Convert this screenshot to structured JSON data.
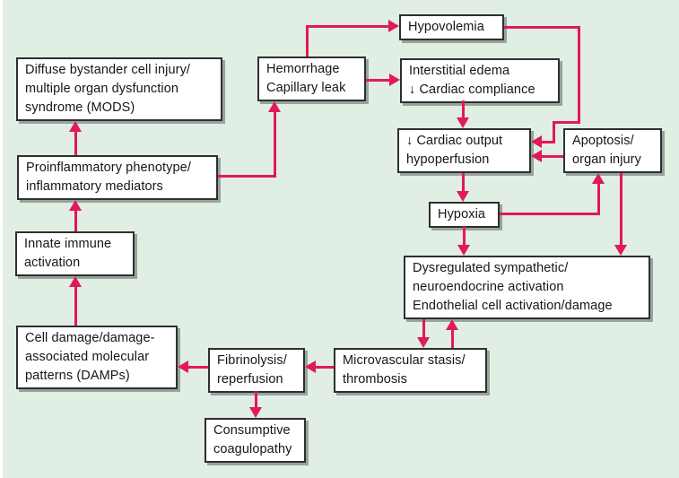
{
  "figure": {
    "type": "flowchart",
    "colors": {
      "background": "#e0eee4",
      "arrow": "#e2195b",
      "box_fill": "#ffffff",
      "box_border": "#2f2f2f",
      "box_shadow": "#95a49c"
    },
    "nodes": {
      "hypovolemia": {
        "label": "Hypovolemia"
      },
      "hemorrhage": {
        "label": "Hemorrhage\nCapillary leak"
      },
      "interstitial_edema": {
        "label": "Interstitial edema\n↓ Cardiac compliance"
      },
      "diffuse_injury": {
        "label": "Diffuse bystander cell injury/\nmultiple organ dysfunction\nsyndrome (MODS)"
      },
      "cardiac_output": {
        "label": "↓ Cardiac output\nhypoperfusion"
      },
      "apoptosis": {
        "label": "Apoptosis/\norgan injury"
      },
      "proinflammatory": {
        "label": "Proinflammatory phenotype/\ninflammatory mediators"
      },
      "hypoxia": {
        "label": "Hypoxia"
      },
      "innate_immune": {
        "label": "Innate immune\nactivation"
      },
      "dysregulated": {
        "label": "Dysregulated sympathetic/\nneuroendocrine activation\nEndothelial cell activation/damage"
      },
      "cell_damage": {
        "label": "Cell damage/damage-\nassociated molecular\npatterns (DAMPs)"
      },
      "fibrinolysis": {
        "label": "Fibrinolysis/\nreperfusion"
      },
      "microvascular": {
        "label": "Microvascular stasis/\nthrombosis"
      },
      "consumptive": {
        "label": "Consumptive\ncoagulopathy"
      }
    },
    "edges": [
      {
        "from": "hemorrhage",
        "to": "hypovolemia"
      },
      {
        "from": "hypovolemia",
        "to": "cardiac_output"
      },
      {
        "from": "hemorrhage",
        "to": "interstitial_edema"
      },
      {
        "from": "interstitial_edema",
        "to": "cardiac_output"
      },
      {
        "from": "apoptosis",
        "to": "cardiac_output"
      },
      {
        "from": "cardiac_output",
        "to": "hypoxia"
      },
      {
        "from": "hypoxia",
        "to": "dysregulated"
      },
      {
        "from": "hypoxia",
        "to": "apoptosis"
      },
      {
        "from": "apoptosis",
        "to": "dysregulated"
      },
      {
        "from": "dysregulated",
        "to": "microvascular"
      },
      {
        "from": "microvascular",
        "to": "dysregulated"
      },
      {
        "from": "microvascular",
        "to": "fibrinolysis"
      },
      {
        "from": "fibrinolysis",
        "to": "cell_damage"
      },
      {
        "from": "fibrinolysis",
        "to": "consumptive"
      },
      {
        "from": "cell_damage",
        "to": "innate_immune"
      },
      {
        "from": "innate_immune",
        "to": "proinflammatory"
      },
      {
        "from": "proinflammatory",
        "to": "diffuse_injury"
      },
      {
        "from": "proinflammatory",
        "to": "hemorrhage"
      }
    ]
  }
}
